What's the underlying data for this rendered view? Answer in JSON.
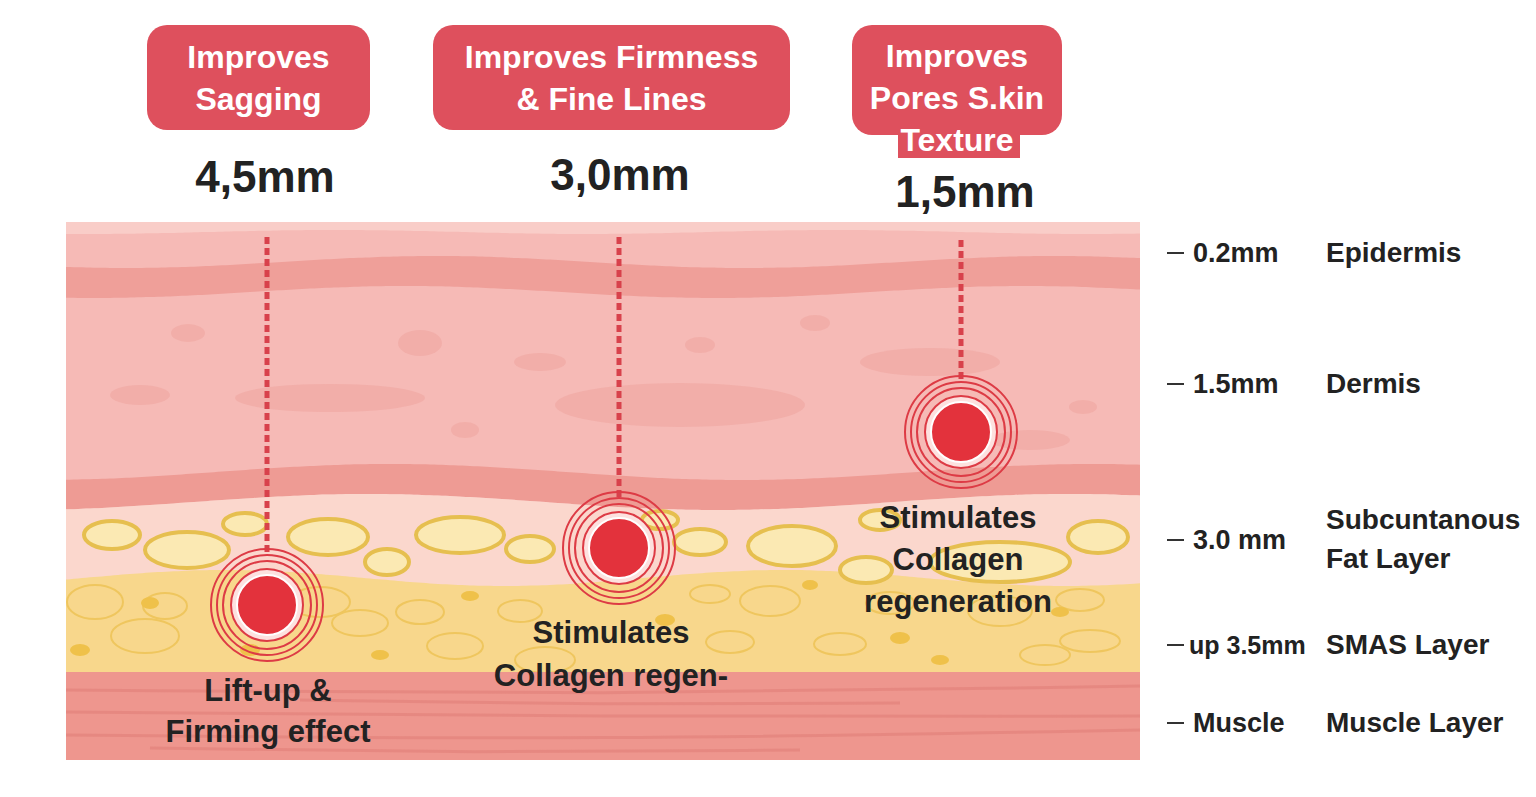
{
  "diagram": {
    "nodes": [
      {
        "text": [
          "Improves Sagging"
        ]
      },
      {
        "text": [
          "Improves Firmness & Fine Lines"
        ]
      },
      {
        "text": [
          "Improves Pores S.kin Texture"
        ]
      }
    ],
    "labels": [
      "4,5mm",
      "3,0mm",
      "1,5mm",
      "0.2mm",
      "Epidermis",
      "1.5mm",
      "Dermis",
      "Stimulates Collagen regeneration",
      "3.0 mm",
      "Subcuntanous Fat Layer",
      "Stimulates Collagen regen-",
      "up 3.5mm",
      "SMAS Layer",
      "Lift-up & Firming effect",
      "Muscle",
      "Muscle Layer"
    ]
  }
}
